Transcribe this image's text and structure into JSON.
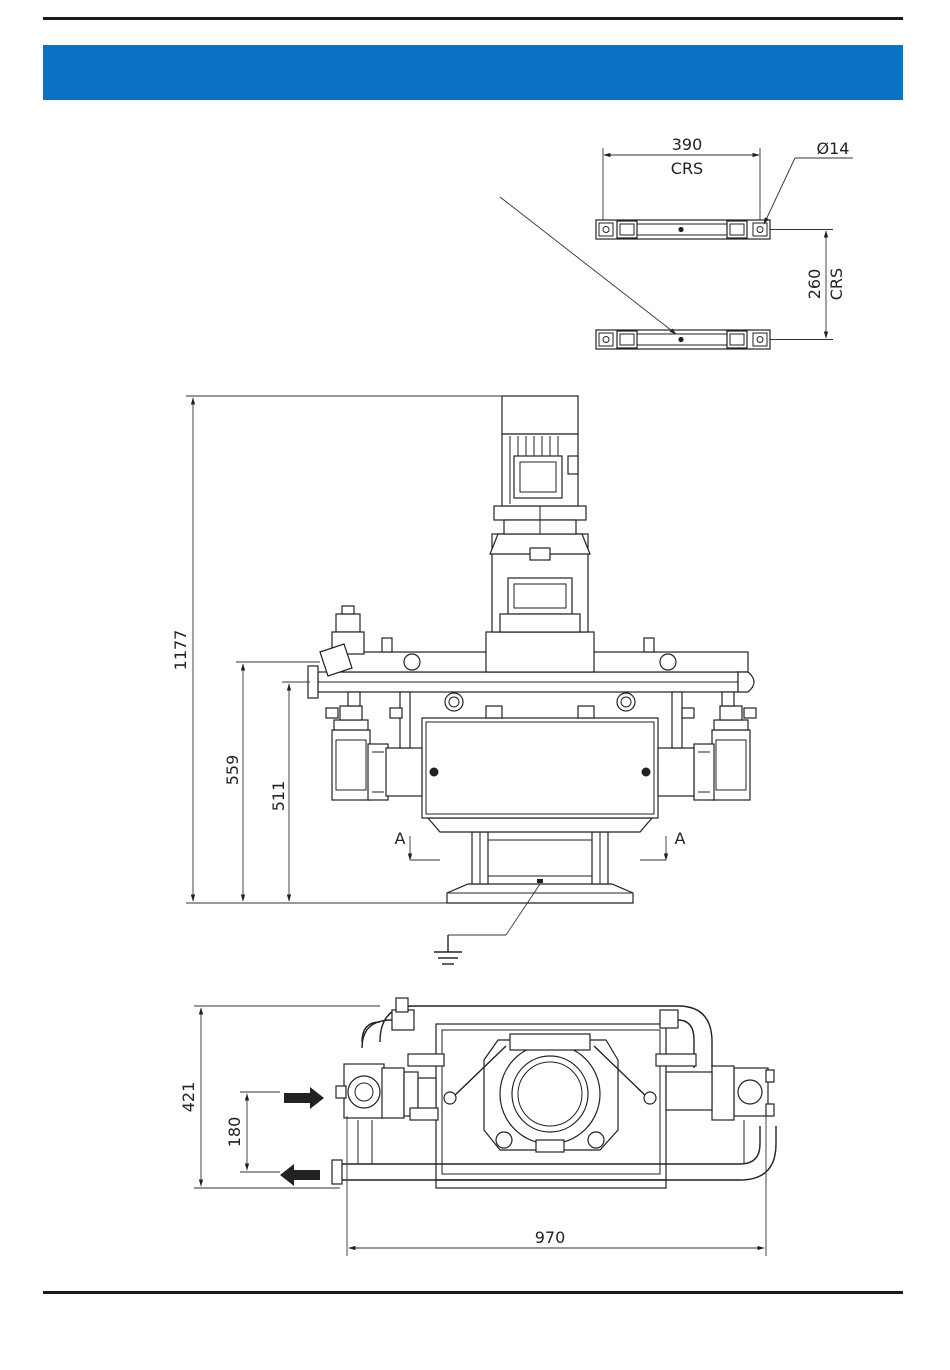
{
  "colors": {
    "header_bar": "#0a72c2",
    "rule": "#1a1a1a",
    "line": "#222222",
    "arrow": "#222222"
  },
  "header": {
    "title": ""
  },
  "foot_plan": {
    "width_value": "390",
    "width_note": "CRS",
    "depth_value": "260",
    "depth_note": "CRS",
    "hole_diameter": "Ø14"
  },
  "front_view": {
    "overall_height": "1177",
    "inlet_height": "559",
    "outlet_height": "511",
    "section_marker_left": "A",
    "section_marker_right": "A",
    "ground_symbol": "earth-ground-icon"
  },
  "top_view": {
    "overall_depth": "421",
    "port_spacing": "180",
    "overall_width": "970",
    "inlet_arrow": "arrow-right-icon",
    "outlet_arrow": "arrow-left-icon"
  }
}
